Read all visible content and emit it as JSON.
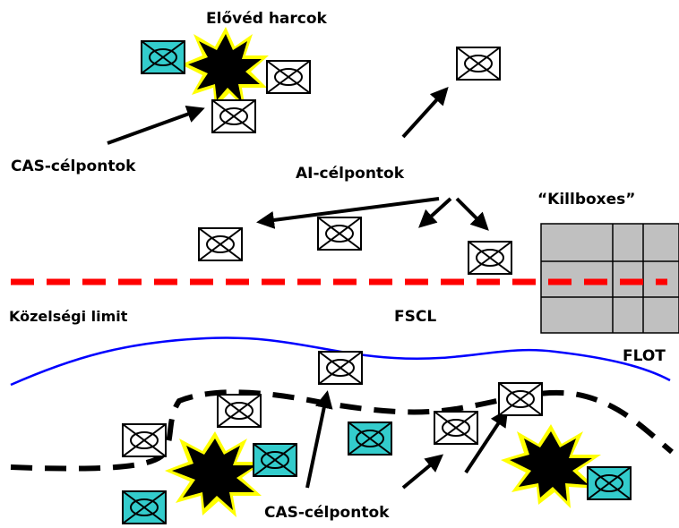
{
  "labels": {
    "elored": "Elővéd harcok",
    "cas_top": "CAS-célpontok",
    "ai": "AI-célpontok",
    "killboxes": "“Killboxes”",
    "kozelsegi": "Közelségi limit",
    "fscl": "FSCL",
    "flot": "FLOT",
    "cas_bottom": "CAS-célpontok"
  },
  "colors": {
    "fscl_line": "#ff0000",
    "flot_line": "#0000ff",
    "friendly_unit": "#33cccc",
    "enemy_unit": "#ffffff",
    "explosion_core": "#000000",
    "explosion_halo": "#ffff00",
    "killbox_fill": "#c0c0c0"
  },
  "icons": [
    "unit-symbol-icon",
    "explosion-icon",
    "arrow-icon"
  ]
}
